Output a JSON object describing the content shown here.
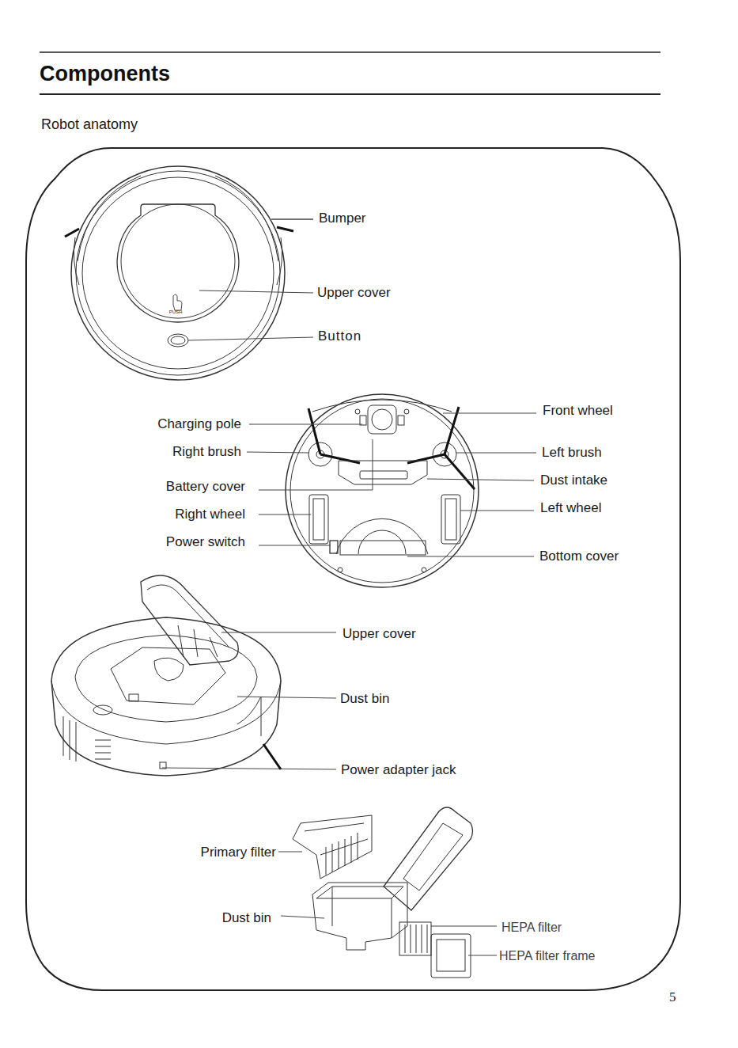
{
  "diagram": {
    "title": "Components",
    "labels": [
      "Robot anatomy",
      "Bumper",
      "Upper cover",
      "Button",
      "PUSH",
      "Charging pole",
      "Right brush",
      "Battery cover",
      "Right wheel",
      "Power switch",
      "Front wheel",
      "Left brush",
      "Dust intake",
      "Left wheel",
      "Bottom cover",
      "Upper cover",
      "Dust bin",
      "Power adapter jack",
      "Primary filter",
      "Dust bin",
      "HEPA filter",
      "HEPA filter frame",
      "5"
    ]
  }
}
